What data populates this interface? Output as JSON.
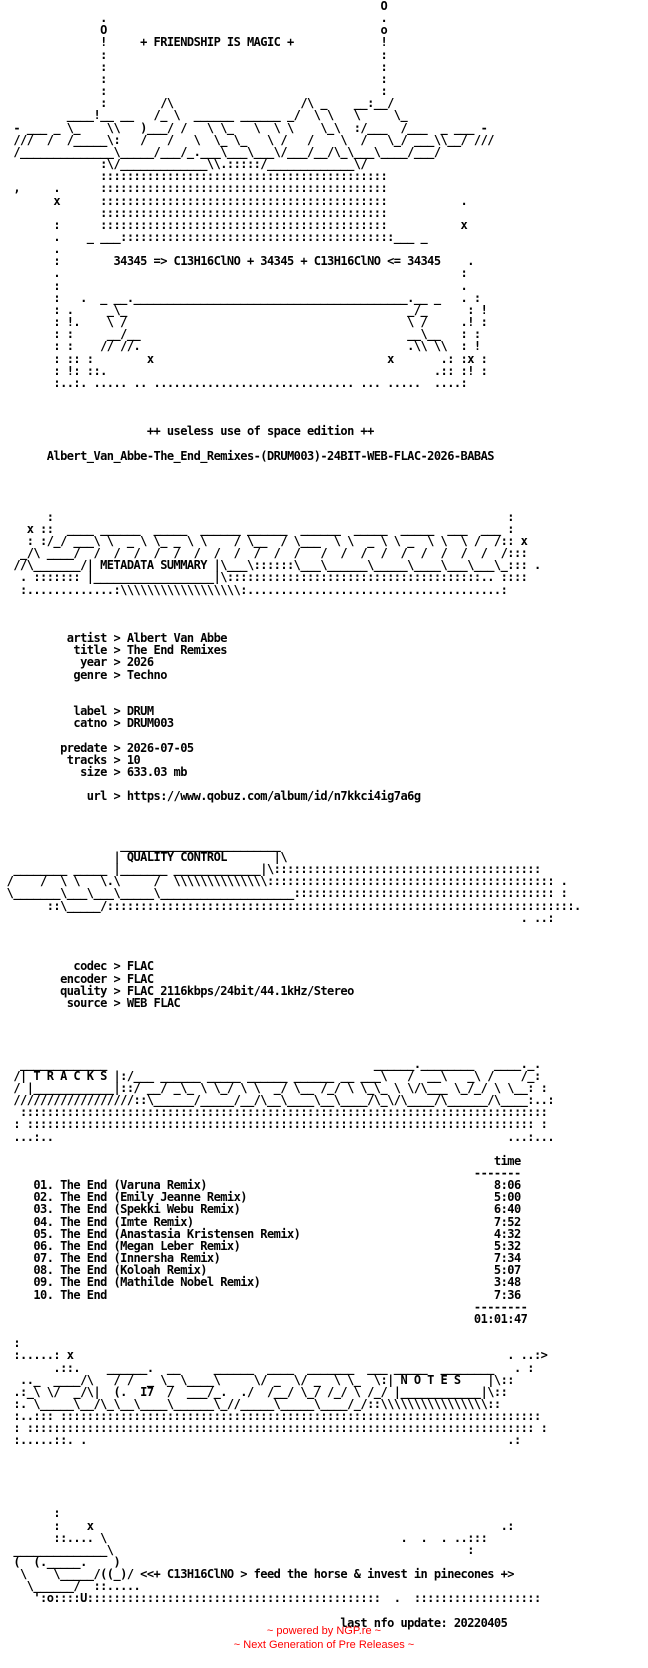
{
  "nfo_lines": [
    "                                                         O",
    "               .                                         .",
    "               O                                         o",
    "               !     + FRIENDSHIP IS MAGIC +             !",
    "               :                                         :",
    "               :                                         :",
    "               :                                         :",
    "               :                                         :",
    "               :        /\\                   /\\ _    __:__/",
    "          ____!__ __   /_ \\  ______ ______ _/  \\ \\   \\     \\_",
    "  - ___ _ \\_    \\\\   )___/ /   \\ \\_   \\  \\ \\    \\_\\  :/___  /___  _ ___ -",
    "  ///  /  /_____\\:   /   /   \\  \\_ \\_   \\ /   /    \\  /   \\_/ ___\\\\__/ ///",
    "  /______________\\_____/___/_.___\\___\\___\\/___/__/\\_\\___\\____/___/",
    "               :\\/_____________\\\\.:::::/_____________\\/",
    "               :::::::::::::::::::::::::::::::::::::::::::",
    "  ,     .      :::::::::::::::::::::::::::::::::::::::::::",
    "        x      :::::::::::::::::::::::::::::::::::::::::::           .",
    "               :::::::::::::::::::::::::::::::::::::::::::",
    "        :      :::::::::::::::::::::::::::::::::::::::::::           x",
    "        .    _ ___:::::::::::::::::::::::::::::::::::::::::___ _",
    "        .",
    "        :        34345 => C13H16ClNO + 34345 + C13H16ClNO <= 34345    .",
    "        .                                                            :",
    "        :                                                            .",
    "        :   .  _ __._________________________________________.__ _   . :",
    "        : .     _\\_                                          _/_      : !",
    "        : !.    \\ /                                          \\ /     .! :",
    "        : :     __/__                                        __\\__   : :",
    "        : :    // //.                                        .\\\\ \\\\  : !",
    "        : :: :        x                                   x       .: :x :",
    "        : !: ::.                                                 .:: :! :",
    "        :..:. ..... .. .............................. ... .....  ....:",
    "",
    "",
    "",
    "                      ++ useless use of space edition ++",
    "",
    "       Albert_Van_Abbe-The_End_Remixes-(DRUM003)-24BIT-WEB-FLAC-2026-BABAS",
    "",
    "",
    "",
    "",
    "       :                                                                    :",
    "    x ::  ____ ______  _____  ______ ______  ______  _____  _____  ___  ___ :",
    "    : :/_/ ___\\ \\  _ \\ \\_ _ \\ \\    / \\__  / \\___  \\ \\  _ \\ \\ _  \\ \\  \\ /  /:: x",
    "   _/\\ ____/  /  /  /  /  /  /  /  /  /  /  /   /  /  /  /  /  /  /  /  /  /:::",
    "  //\\_______/| METADATA SUMMARY |\\___\\::::::\\___\\______\\_____\\____\\___\\___\\_::: .",
    "   . ::::::: |__________________|\\::::::::::::::::::::::::::::::::::::::.. ::::",
    "   :.............:\\\\\\\\\\\\\\\\\\\\\\\\\\\\\\\\\\\\:......................................:",
    "",
    "",
    "",
    "          artist > Albert Van Abbe",
    "           title > The End Remixes",
    "            year > 2026",
    "           genre > Techno",
    "",
    "",
    "           label > DRUM",
    "           catno > DRUM003",
    "",
    "         predate > 2026-07-05",
    "          tracks > 10",
    "            size > 633.03 mb",
    "",
    "             url > https://www.qobuz.com/album/id/n7kkci4ig7a6g",
    "",
    "",
    "",
    "                  ________________________",
    "                 | QUALITY CONTROL       |\\",
    "  ________ _____ |_______ _____________|\\::::::::::::::::::::::::::::::::::::::::",
    " /    /  \\ \\   \\.\\     /  \\\\\\\\\\\\\\\\\\\\\\\\\\\\::::::::::::::::::::::::::::::::::::::::::: .",
    " \\_______\\___\\___\\_____\\____________________::::::::::::::::::::::::::::::::::::::: :",
    "       ::\\_____/::::::::::::::::::::::::::::::::::::::::::::::::::::::::::::::::::::::.",
    "                                                                              . ..:",
    "",
    "",
    "",
    "           codec > FLAC",
    "         encoder > FLAC",
    "         quality > FLAC 2116kbps/24bit/44.1kHz/Stereo",
    "          source > WEB FLAC",
    "",
    "",
    "",
    "",
    "   _____________                                        ______.________   ____._.",
    "  /| T R A C K S |:/___ ______ _____ ______ ______ __ ___\\   /  __\\   _\\ /    /_:",
    "  / |____________|::/ __/ _\\_ \\ \\_/ \\ \\  _/ \\__ /_/ \\ \\_\\_ \\ \\/\\___ \\_/_/ \\ \\__: :",
    "  //////////////////::\\______/_____/__/\\__\\____\\__\\____/\\_\\/\\____/\\______/\\____:..:",
    "   ::::::::::::::::::::::::::::::::::::::::::::::::::::::::::::::::::::::::::::::: ",
    "  : :::::::::::::::::::::::::::::::::::::::::::::::::::::::::::::::::::::::::::: :",
    "  ...:..                                                                    ...:...",
    "",
    "                                                                          time",
    "                                                                       -------",
    "     01. The End (Varuna Remix)                                           8:06",
    "     02. The End (Emily Jeanne Remix)                                     5:00",
    "     03. The End (Spekki Webu Remix)                                      6:40",
    "     04. The End (Imte Remix)                                             7:52",
    "     05. The End (Anastasia Kristensen Remix)                             4:32",
    "     06. The End (Megan Leber Remix)                                      5:32",
    "     07. The End (Innersha Remix)                                         7:34",
    "     08. The End (Koloah Remix)                                           5:07",
    "     09. The End (Mathilde Nobel Remix)                                   3:48",
    "     10. The End                                                          7:36",
    "                                                                       --------",
    "                                                                       01:01:47",
    "",
    "  :",
    "  :.....: x                                                                 . ..:>",
    "        .::.    ______.  __     ______  ____  _______  ___ _____  ________   . :",
    "   .._  ____/\\   / /  _ \\_ \\____\\     \\/ _  \\/ _  \\ \\_  \\:| N O T E S    |\\::",
    "  .:_\\ \\/  _/\\|  (.  I7  /  ___/_.  ./  /__/ \\_/ /_/ \\ /_/ |____________|\\::",
    "  :. \\_____\\__/\\_\\__\\____\\______\\_//_____\\_____\\____/_/::\\\\\\\\\\\\\\\\\\\\\\\\\\\\\\\\::",
    "  :..::: ::::::::::::::::::::::::::::::::::::::::::::::::::::::::::::::::::::::::",
    "  : :::::::::::::::::::::::::::::::::::::::::::::::::::::::::::::::::::::::::::: :",
    "  :.....::. .                                                               .:",
    "",
    "",
    "",
    "",
    "",
    "        :",
    "        :    x                                                             .:",
    "        ::.... \\                                            .  .  . ..:::",
    "  ______________\\                                                     :",
    "  (  (._____.    )",
    "   \\    \\_____/((_)/ <<+ C13H16ClNO > feed the horse & invest in pinecones +>",
    "    \\______/  ::.....",
    "     ':o::::U::::::::::::::::::::::::::::::::::::::::::::  .  :::::::::::::::::::",
    "",
    "                                                   last nfo update: 20220405"
  ],
  "footer": {
    "powered_by": "~ powered by NGP.re ~",
    "tagline": "~ Next Generation of Pre Releases ~"
  },
  "colors": {
    "text": "#000000",
    "footer": "#ff0000",
    "background": "#ffffff"
  }
}
